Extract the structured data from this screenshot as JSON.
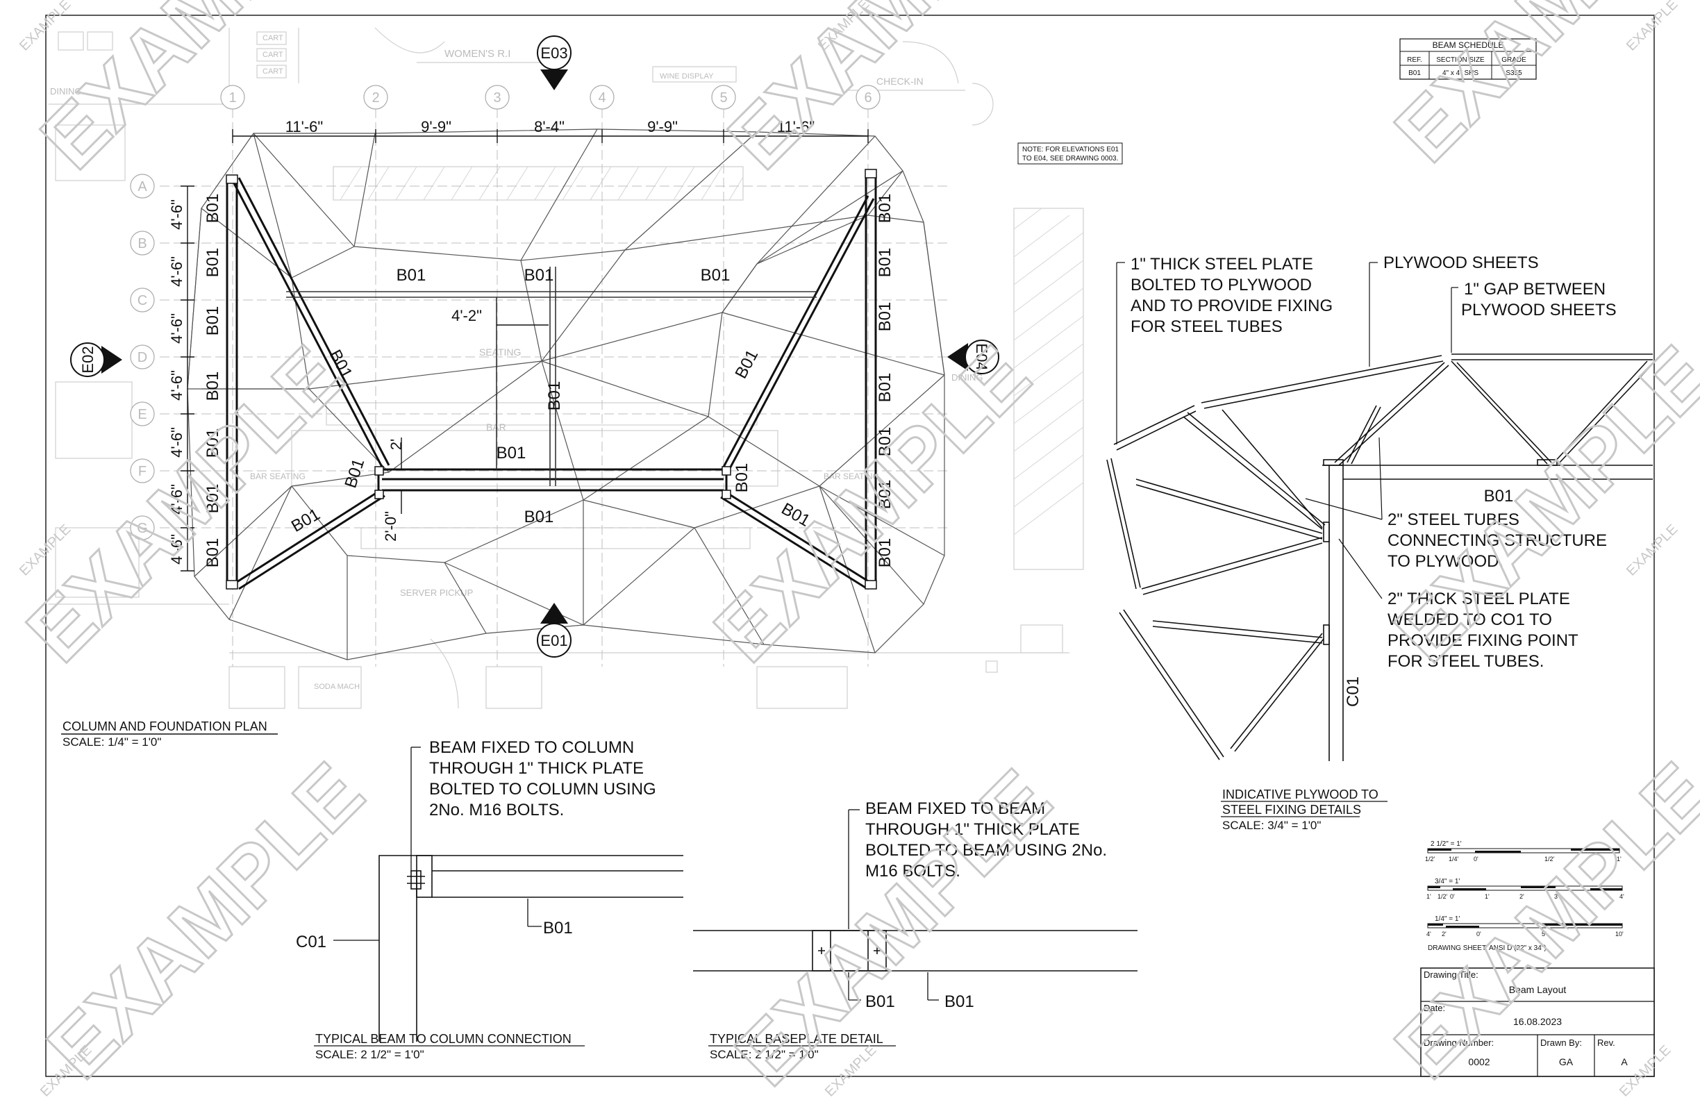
{
  "watermark": {
    "text": "EXAMPLE"
  },
  "plan": {
    "grid_columns": [
      "1",
      "2",
      "3",
      "4",
      "5",
      "6"
    ],
    "grid_rows": [
      "A",
      "B",
      "C",
      "D",
      "E",
      "F",
      "G"
    ],
    "top_dims": [
      "11'-6\"",
      "9'-9\"",
      "8'-4\"",
      "9'-9\"",
      "11'-6\""
    ],
    "side_dims": [
      "4'-6\"",
      "4'-6\"",
      "4'-6\"",
      "4'-6\"",
      "4'-6\"",
      "4'-6\"",
      "4'-6\""
    ],
    "inner_dims": {
      "d1": "4'-2\"",
      "d2": "2'",
      "d3": "2'-0\""
    },
    "beam_tag": "B01",
    "elevations": [
      "E01",
      "E02",
      "E03",
      "E04"
    ],
    "ghost_labels": {
      "cart1": "CART",
      "cart2": "CART",
      "cart3": "CART",
      "womens": "WOMEN'S R.I",
      "wine": "WINE DISPLAY",
      "checkin": "CHECK-IN",
      "dining": "DINING",
      "dining2": "DINING",
      "seating": "SEATING",
      "bar": "BAR",
      "bar_seating": "BAR SEATING",
      "bar_seating2": "BAR SEATING",
      "server": "SERVER PICKUP",
      "soda": "SODA MACH"
    },
    "note": [
      "NOTE: FOR ELEVATIONS E01",
      "TO E04, SEE DRAWING 0003."
    ],
    "title": "COLUMN AND FOUNDATION PLAN",
    "scale": "SCALE: 1/4\" = 1'0\""
  },
  "beam_schedule": {
    "title": "BEAM SCHEDULE",
    "headers": [
      "REF.",
      "SECTION SIZE",
      "GRADE"
    ],
    "row": [
      "B01",
      "4\" x 4\" SHS",
      "S355"
    ]
  },
  "fixing": {
    "callout1": [
      "1\" THICK STEEL PLATE",
      "BOLTED TO PLYWOOD",
      "AND TO PROVIDE FIXING",
      "FOR STEEL TUBES"
    ],
    "callout2": "PLYWOOD SHEETS",
    "callout3": [
      "1\" GAP BETWEEN",
      "PLYWOOD SHEETS"
    ],
    "callout4": [
      "2\" STEEL TUBES",
      "CONNECTING STRUCTURE",
      "TO PLYWOOD."
    ],
    "callout5": [
      "2\" THICK STEEL PLATE",
      "WELDED TO CO1 TO",
      "PROVIDE FIXING POINT",
      "FOR STEEL TUBES."
    ],
    "beam": "B01",
    "column": "C01",
    "title": [
      "INDICATIVE PLYWOOD TO",
      "STEEL FIXING DETAILS"
    ],
    "scale": "SCALE: 3/4\" = 1'0\""
  },
  "beam_column": {
    "callout": [
      "BEAM FIXED TO COLUMN",
      "THROUGH 1\" THICK PLATE",
      "BOLTED TO COLUMN USING",
      "2No. M16 BOLTS."
    ],
    "column": "C01",
    "beam": "B01",
    "title": "TYPICAL BEAM TO COLUMN CONNECTION",
    "scale": "SCALE: 2 1/2\" = 1'0\""
  },
  "baseplate": {
    "callout": [
      "BEAM FIXED TO BEAM",
      "THROUGH 1\" THICK PLATE",
      "BOLTED TO BEAM USING 2No.",
      "M16 BOLTS."
    ],
    "beam_a": "B01",
    "beam_b": "B01",
    "title": "TYPICAL BASEPLATE DETAIL",
    "scale": "SCALE: 2 1/2\" = 1'0\""
  },
  "scales": {
    "s1": {
      "label": "2 1/2\" = 1'",
      "ticks": [
        "1/2'",
        "1/4'",
        "0'",
        "1/2'",
        "1'"
      ]
    },
    "s2": {
      "label": "3/4\" = 1'",
      "ticks": [
        "1'",
        "1/2'",
        "0'",
        "1'",
        "2'",
        "3'",
        "4'"
      ]
    },
    "s3": {
      "label": "1/4\" = 1'",
      "ticks": [
        "4'",
        "2'",
        "0'",
        "5'",
        "10'"
      ]
    },
    "sheet": "DRAWING SHEET:  ANSI D (22\" x 34\")"
  },
  "title_block": {
    "drawing_title_label": "Drawing Title:",
    "drawing_title": "Beam Layout",
    "date_label": "Date:",
    "date": "16.08.2023",
    "number_label": "Drawing Number:",
    "number": "0002",
    "drawn_label": "Drawn By:",
    "drawn": "GA",
    "rev_label": "Rev.",
    "rev": "A"
  }
}
